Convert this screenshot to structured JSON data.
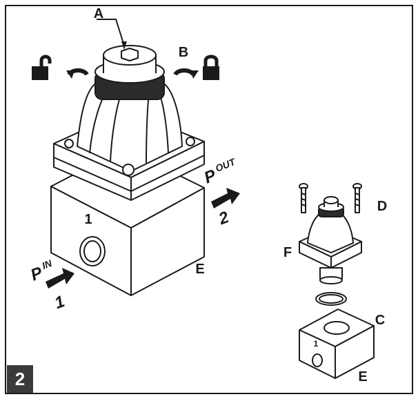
{
  "figure": {
    "number": "2",
    "labels": {
      "A": "A",
      "B": "B",
      "C": "C",
      "D": "D",
      "E_main": "E",
      "E_small": "E",
      "F": "F"
    },
    "port_in": {
      "text": "P",
      "sub": "IN",
      "num": "1"
    },
    "port_out": {
      "text": "P",
      "sub": "OUT",
      "num": "2"
    },
    "body_marking_main": "1",
    "body_marking_small": "1"
  },
  "colors": {
    "line": "#1a1a1a",
    "body_fill": "#ffffff",
    "badge": "#3a3a3a"
  },
  "icons": [
    "padlock-open-icon",
    "rotate-ccw-arrow-icon",
    "rotate-cw-arrow-icon",
    "padlock-closed-icon",
    "flow-arrow-icon"
  ]
}
